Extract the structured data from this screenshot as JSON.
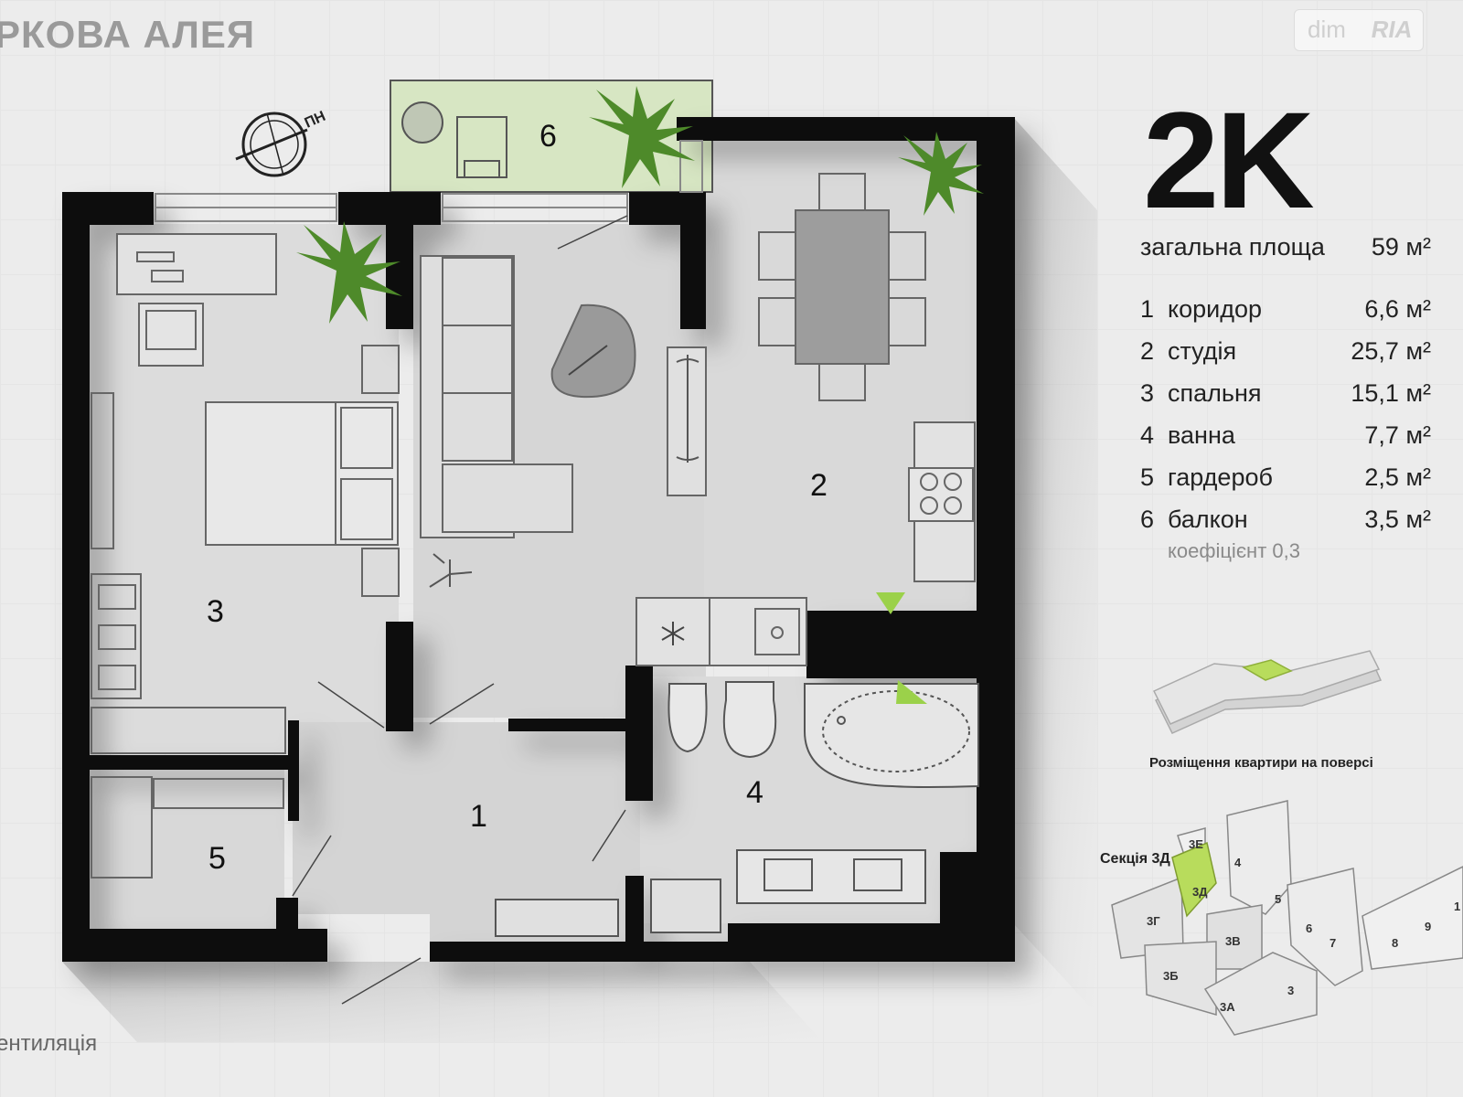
{
  "project_name": "РКОВА АЛЕЯ",
  "watermark": {
    "dim": "dim",
    "ria": "RIA"
  },
  "compass_label": "ПН",
  "apartment_type": "2K",
  "total_area": {
    "label": "загальна площа",
    "value": "59 м²"
  },
  "rooms": [
    {
      "num": "1",
      "name": "коридор",
      "area": "6,6 м²"
    },
    {
      "num": "2",
      "name": "студія",
      "area": "25,7 м²"
    },
    {
      "num": "3",
      "name": "спальня",
      "area": "15,1 м²"
    },
    {
      "num": "4",
      "name": "ванна",
      "area": "7,7 м²"
    },
    {
      "num": "5",
      "name": "гардероб",
      "area": "2,5 м²"
    },
    {
      "num": "6",
      "name": "балкон",
      "area": "3,5 м²"
    }
  ],
  "balcony_coefficient": "коефіцієнт 0,3",
  "floor_placement_caption": "Розміщення квартири на поверсі",
  "section_label": "Секція 3Д",
  "building_sections": [
    "3Е",
    "3Д",
    "3Г",
    "3В",
    "3Б",
    "3А",
    "3",
    "4",
    "5",
    "6",
    "7",
    "8",
    "9",
    "1"
  ],
  "ventilation_label": "ентиляція",
  "colors": {
    "wall": "#111111",
    "floor": "#d9d9d9",
    "balcony": "#d7e6c3",
    "highlight": "#b8dc5c",
    "accent_green": "#9bd14a"
  }
}
